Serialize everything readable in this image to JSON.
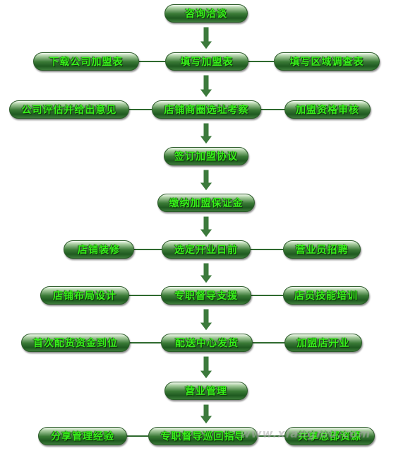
{
  "colors": {
    "text": "#37f01a",
    "connector": "#2f6a2f",
    "arrow": "#3c7a3c"
  },
  "steps": [
    {
      "id": "consult",
      "label": "咨询洽谈"
    },
    {
      "id": "fill-form",
      "label": "填写加盟表"
    },
    {
      "id": "download-form",
      "label": "下载公司加盟表"
    },
    {
      "id": "fill-survey",
      "label": "填写区域调查表"
    },
    {
      "id": "site-survey",
      "label": "店铺商圈选址考察"
    },
    {
      "id": "company-review",
      "label": "公司评估并给出意见"
    },
    {
      "id": "qualification-review",
      "label": "加盟资格审核"
    },
    {
      "id": "sign-agreement",
      "label": "签订加盟协议"
    },
    {
      "id": "pay-deposit",
      "label": "缴纳加盟保证金"
    },
    {
      "id": "select-opening-date",
      "label": "选定开业日前"
    },
    {
      "id": "store-decoration",
      "label": "店铺装修"
    },
    {
      "id": "recruit-staff",
      "label": "营业员招聘"
    },
    {
      "id": "supervisor-support",
      "label": "专职督导支援"
    },
    {
      "id": "store-layout",
      "label": "店铺布局设计"
    },
    {
      "id": "staff-training",
      "label": "店员技能培训"
    },
    {
      "id": "distribution-center",
      "label": "配送中心发货"
    },
    {
      "id": "first-payment",
      "label": "首次配货资金到位"
    },
    {
      "id": "store-opening",
      "label": "加盟店开业"
    },
    {
      "id": "business-management",
      "label": "营业管理"
    },
    {
      "id": "supervisor-patrol",
      "label": "专职督导巡回指导"
    },
    {
      "id": "share-experience",
      "label": "分享管理经验"
    },
    {
      "id": "share-resources",
      "label": "共享总部资源"
    }
  ],
  "watermark": "www.xiangmu.com"
}
